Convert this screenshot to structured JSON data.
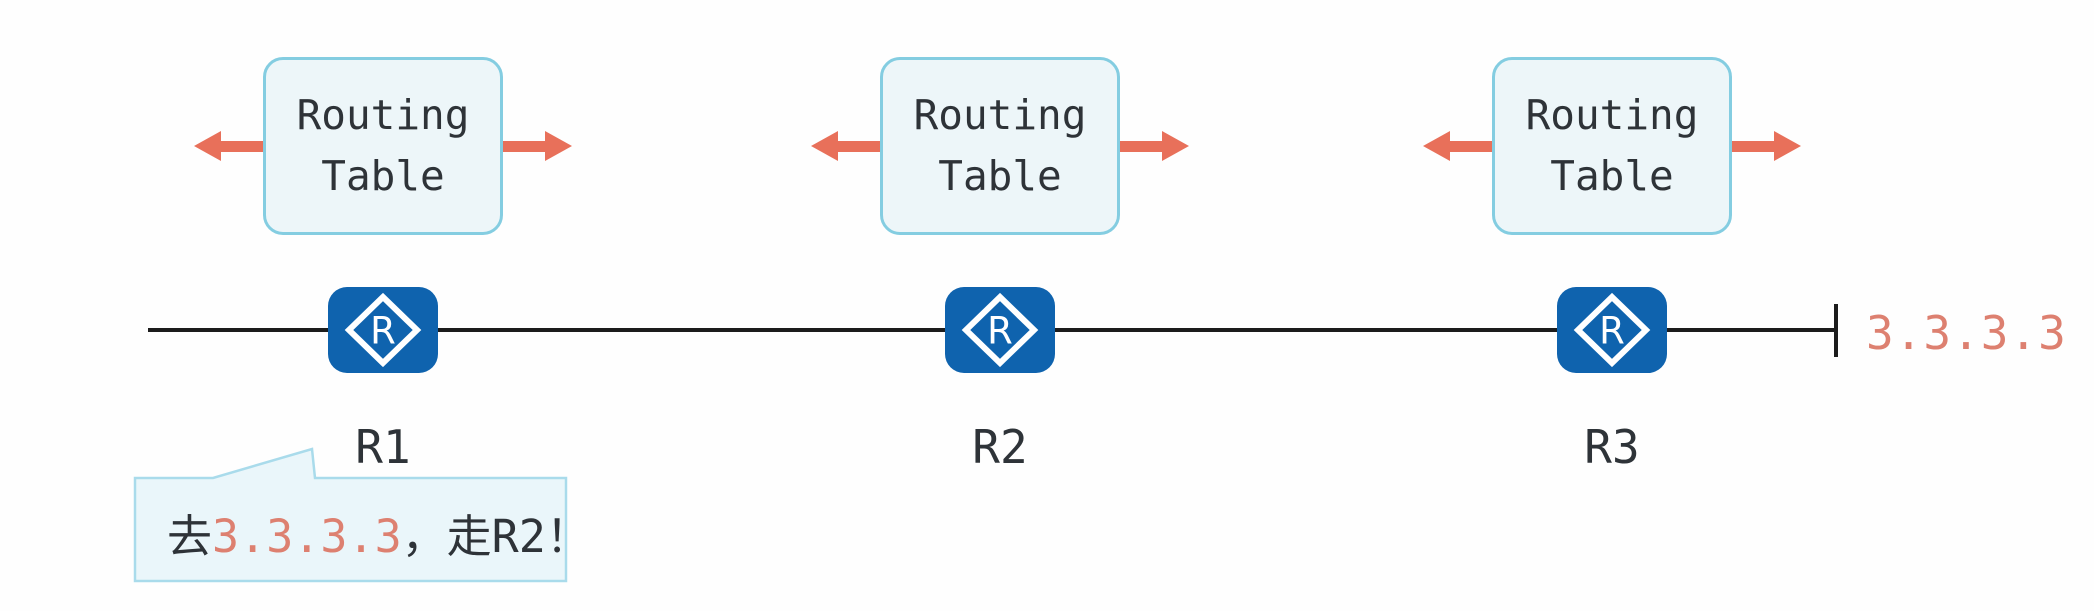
{
  "colors": {
    "accent-red": "#e8705a",
    "ip-red": "#dd8070",
    "router-blue": "#0f63ae",
    "box-fill": "#edf6f9",
    "box-border": "#84cde1",
    "callout-fill": "#eaf6fa",
    "callout-border": "#a9dbeb",
    "line-color": "#1c1c1c",
    "text-color": "#2e3338"
  },
  "routing_table_label": "Routing\nTable",
  "router_icon_letter": "R",
  "routers": [
    {
      "label": "R1"
    },
    {
      "label": "R2"
    },
    {
      "label": "R3"
    }
  ],
  "link": {
    "destination_ip": "3.3.3.3"
  },
  "callout": {
    "prefix": "去",
    "ip": "3.3.3.3",
    "suffix": "，走R2！"
  }
}
